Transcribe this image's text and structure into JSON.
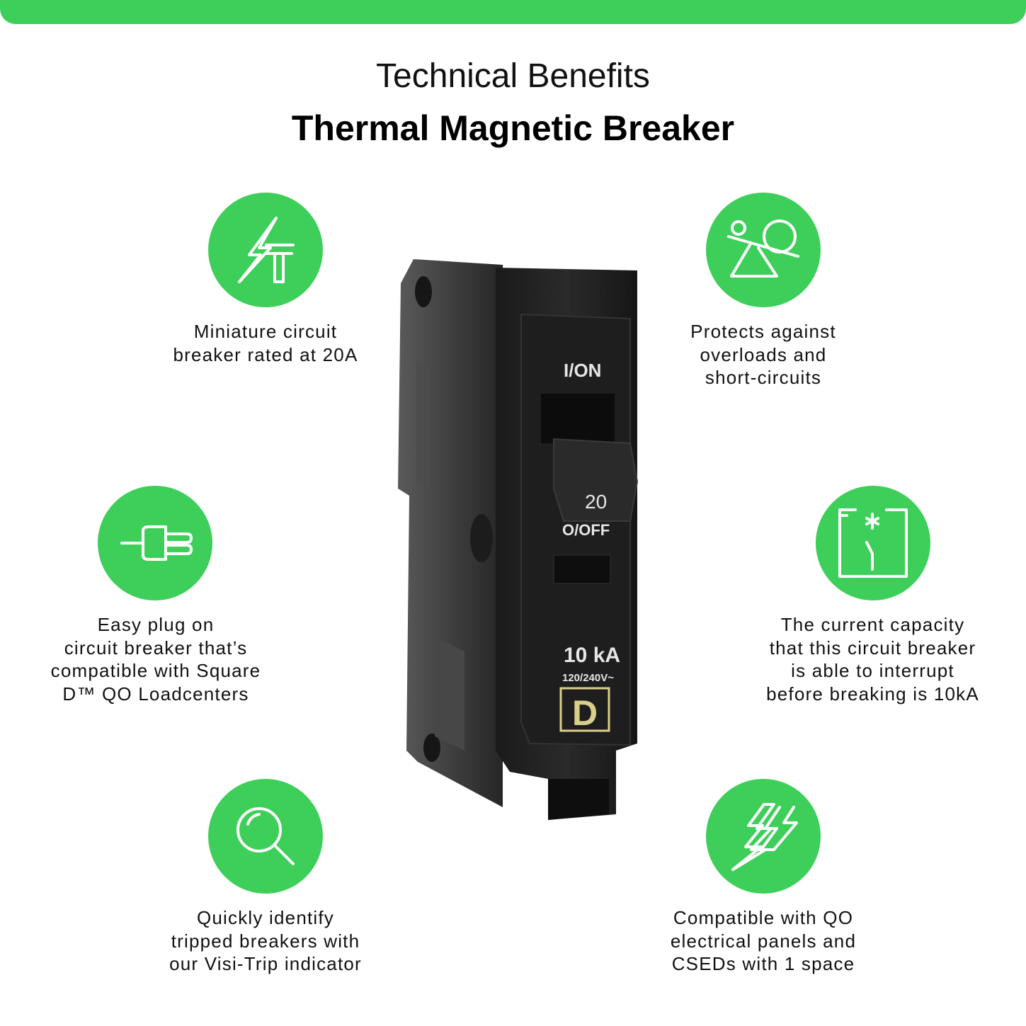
{
  "header": {
    "title": "Technical Benefits",
    "subtitle": "Thermal Magnetic Breaker"
  },
  "colors": {
    "accent": "#3ecf5a",
    "icon_stroke": "#ffffff"
  },
  "features": [
    {
      "icon": "lightning-tower-icon",
      "text": "Miniature circuit\nbreaker rated at 20A"
    },
    {
      "icon": "seesaw-balance-icon",
      "text": "Protects against\noverloads and\nshort-circuits"
    },
    {
      "icon": "plug-icon",
      "text": "Easy plug on\ncircuit breaker that’s\ncompatible with Square\nD™ QO Loadcenters"
    },
    {
      "icon": "breaker-switch-icon",
      "text": "The current capacity\nthat this circuit breaker\nis able to interrupt\nbefore breaking is 10kA"
    },
    {
      "icon": "magnifier-icon",
      "text": "Quickly identify\ntripped breakers with\nour Visi-Trip indicator"
    },
    {
      "icon": "double-lightning-icon",
      "text": "Compatible with QO\nelectrical panels and\nCSEDs with 1 space"
    }
  ],
  "product": {
    "on_label": "I/ON",
    "rating": "20",
    "off_label": "O/OFF",
    "interrupt_rating": "10 kA",
    "voltage": "120/240V~",
    "logo_letter": "D"
  }
}
